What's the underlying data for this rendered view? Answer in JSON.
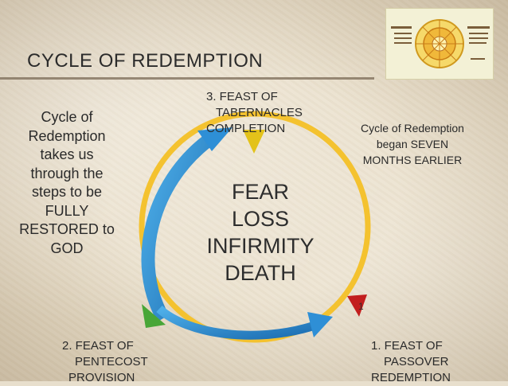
{
  "title": "CYCLE OF REDEMPTION",
  "left_text": [
    "Cycle of",
    "Redemption",
    "takes us",
    "through the",
    "steps to be",
    "FULLY",
    "RESTORED to",
    "GOD"
  ],
  "right_text": [
    "Cycle of Redemption",
    "began SEVEN",
    "MONTHS EARLIER"
  ],
  "center_text": [
    "FEAR",
    "LOSS",
    "INFIRMITY",
    "DEATH"
  ],
  "feasts": {
    "feast3": [
      "3.   FEAST OF",
      "TABERNACLES",
      "COMPLETION"
    ],
    "feast2": [
      "2.   FEAST OF",
      "PENTECOST",
      "PROVISION"
    ],
    "feast1": [
      "1.   FEAST OF",
      "PASSOVER",
      "REDEMPTION"
    ]
  },
  "marker_label": "1",
  "colors": {
    "ring": "#f4c22f",
    "arrow": "#2e8fd6",
    "triangle_top": "#e3c21a",
    "triangle_left": "#48a637",
    "triangle_right": "#c21e1e",
    "title_rule": "#7a6a56"
  }
}
